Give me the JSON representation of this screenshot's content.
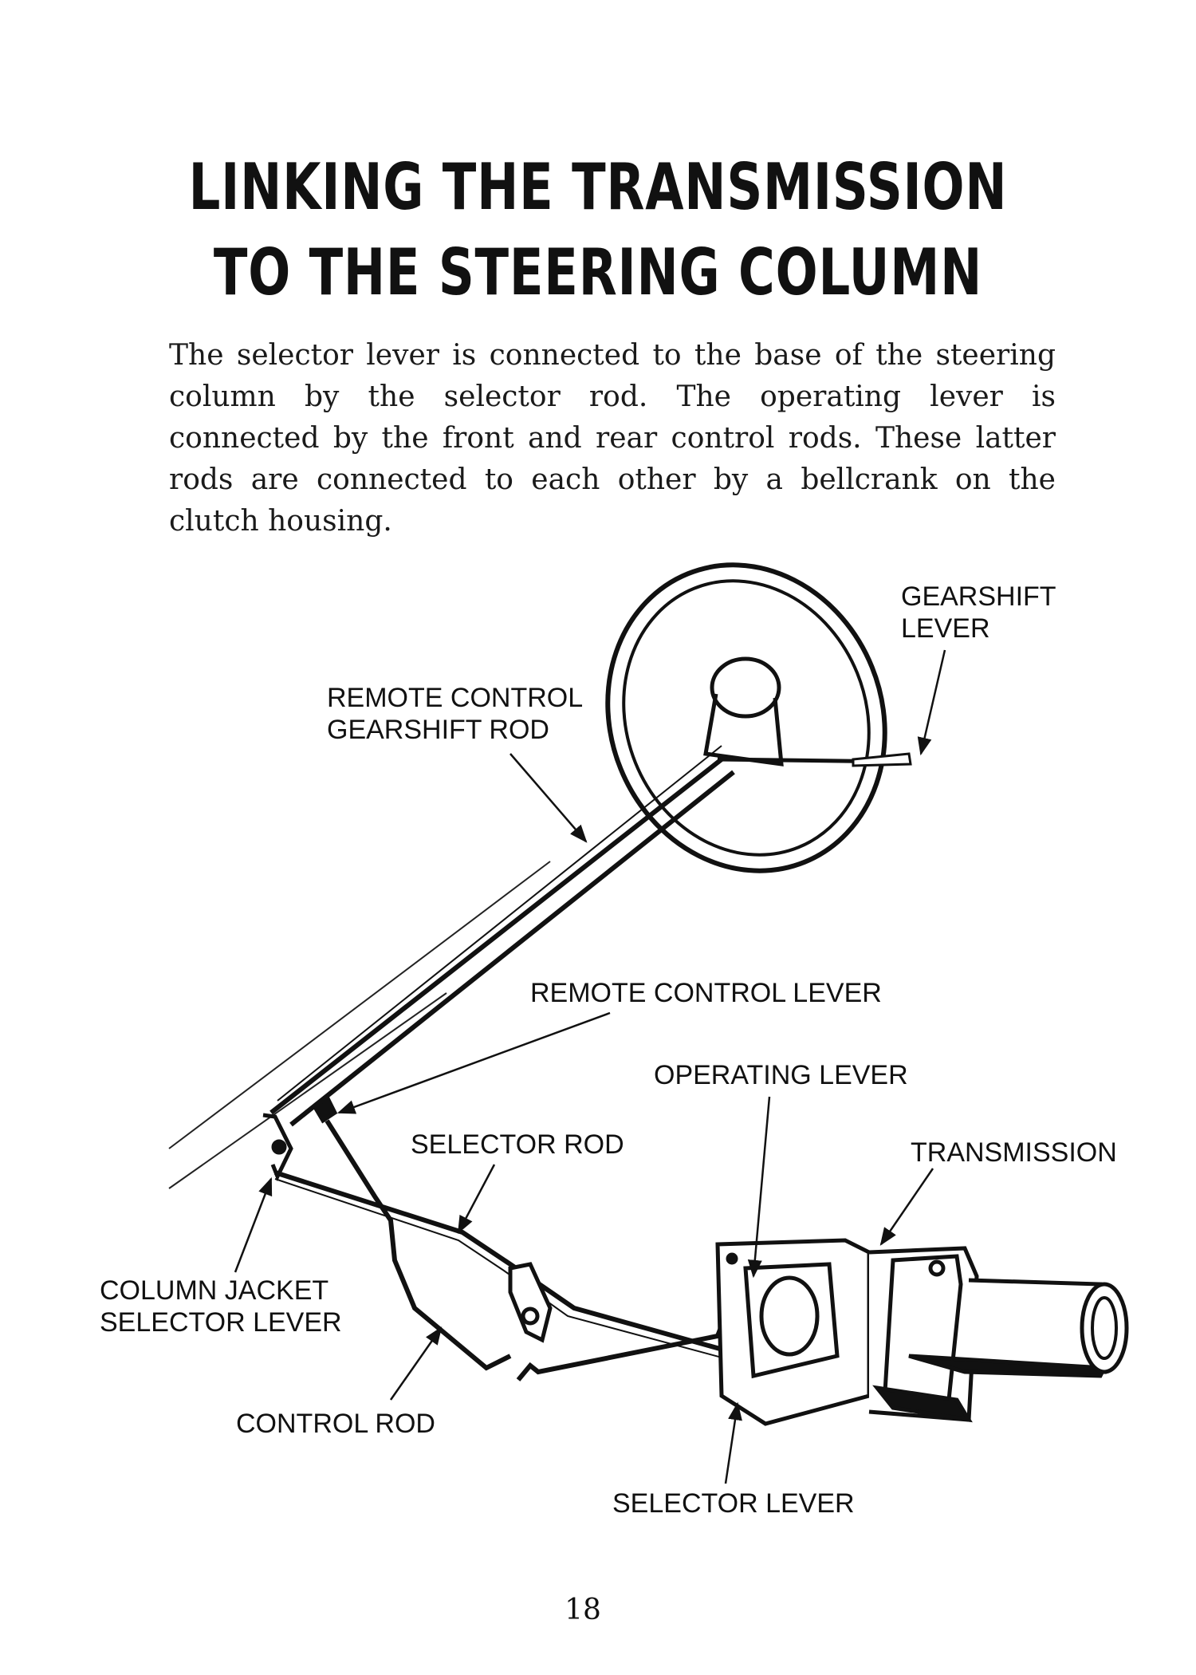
{
  "title": {
    "line1": "LINKING THE TRANSMISSION",
    "line2": "TO THE STEERING COLUMN"
  },
  "body": "The selector lever is connected to the base of the steering column by the selector rod. The operating lever is connected by the front and rear control rods. These latter rods are connected to each other by a bellcrank on the clutch housing.",
  "labels": {
    "gearshift_lever": [
      "GEARSHIFT",
      "LEVER"
    ],
    "remote_control_gearshift_rod": [
      "REMOTE CONTROL",
      "GEARSHIFT ROD"
    ],
    "remote_control_lever": "REMOTE CONTROL LEVER",
    "operating_lever": "OPERATING LEVER",
    "selector_rod": "SELECTOR ROD",
    "transmission": "TRANSMISSION",
    "column_jacket_selector_lever": [
      "COLUMN JACKET",
      "SELECTOR LEVER"
    ],
    "control_rod": "CONTROL ROD",
    "selector_lever": "SELECTOR LEVER"
  },
  "page_number": "18"
}
